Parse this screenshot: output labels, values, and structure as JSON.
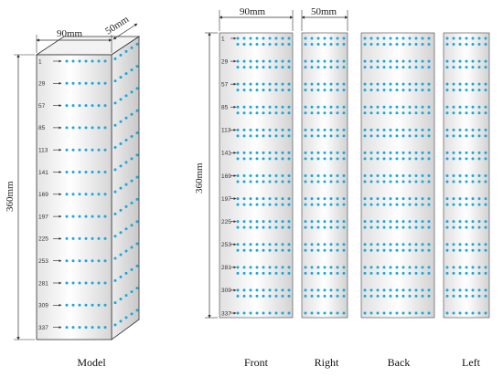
{
  "dimensions": {
    "width": "90mm",
    "depth": "50mm",
    "height": "360mm"
  },
  "row_labels": [
    "1",
    "29",
    "57",
    "85",
    "113",
    "141",
    "169",
    "197",
    "225",
    "253",
    "281",
    "309",
    "337"
  ],
  "captions": {
    "model": "Model",
    "front": "Front",
    "right": "Right",
    "back": "Back",
    "left": "Left"
  },
  "colors": {
    "dot": "#1aa7d9",
    "outline": "#333333"
  }
}
